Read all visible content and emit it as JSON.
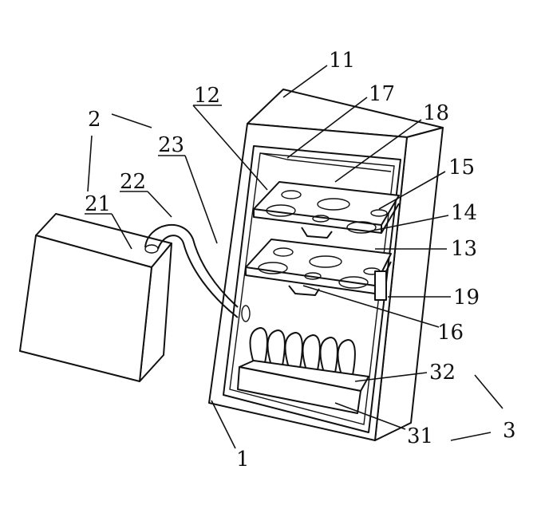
{
  "labels": {
    "l1": "1",
    "l2": "2",
    "l3": "3",
    "l11": "11",
    "l12": "12",
    "l13": "13",
    "l14": "14",
    "l15": "15",
    "l16": "16",
    "l17": "17",
    "l18": "18",
    "l19": "19",
    "l21": "21",
    "l22": "22",
    "l23": "23",
    "l31": "31",
    "l32": "32"
  }
}
